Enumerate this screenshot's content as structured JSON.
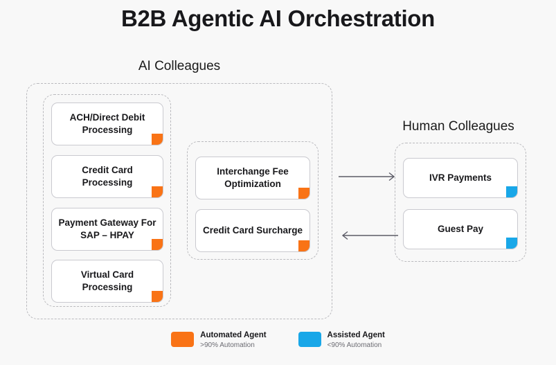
{
  "page": {
    "title": "B2B Agentic AI Orchestration",
    "background_color": "#f8f8f8"
  },
  "colors": {
    "automated_agent": "#f97316",
    "assisted_agent": "#19a7e8",
    "card_border": "#c9c9cf",
    "dashed_border": "#b9b9bd"
  },
  "groups": {
    "ai": {
      "caption": "AI Colleagues",
      "primary_cards": [
        {
          "label": "ACH/Direct Debit Processing",
          "agent_type": "automated"
        },
        {
          "label": "Credit Card Processing",
          "agent_type": "automated"
        },
        {
          "label": "Payment Gateway For SAP – HPAY",
          "agent_type": "automated"
        },
        {
          "label": "Virtual Card Processing",
          "agent_type": "automated"
        }
      ],
      "secondary_cards": [
        {
          "label": "Interchange Fee Optimization",
          "agent_type": "automated"
        },
        {
          "label": "Credit Card Surcharge",
          "agent_type": "automated"
        }
      ]
    },
    "human": {
      "caption": "Human Colleagues",
      "cards": [
        {
          "label": "IVR Payments",
          "agent_type": "assisted"
        },
        {
          "label": "Guest Pay",
          "agent_type": "assisted"
        }
      ]
    }
  },
  "connectors": [
    {
      "name": "ai-to-human",
      "direction": "right"
    },
    {
      "name": "human-to-ai",
      "direction": "left"
    }
  ],
  "legend": {
    "items": [
      {
        "swatch_color": "#f97316",
        "title": "Automated Agent",
        "subtitle": ">90% Automation"
      },
      {
        "swatch_color": "#19a7e8",
        "title": "Assisted Agent",
        "subtitle": "<90% Automation"
      }
    ]
  }
}
